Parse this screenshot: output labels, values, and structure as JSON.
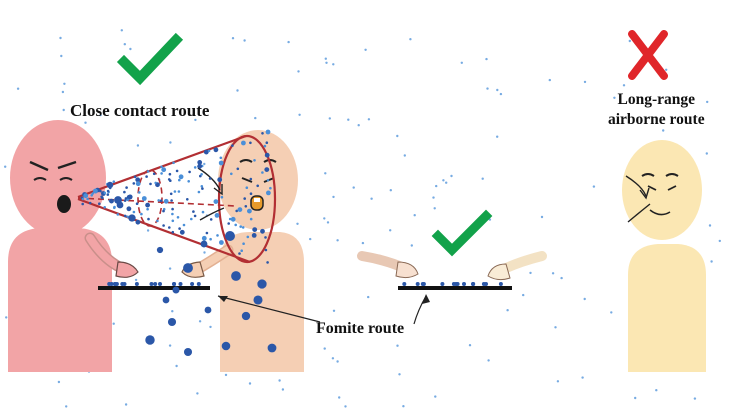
{
  "labels": {
    "close_contact": "Close contact route",
    "fomite": "Fomite route",
    "long_range_line1": "Long-range",
    "long_range_line2": "airborne route"
  },
  "marks": {
    "check_icon": "check-icon",
    "cross_icon": "cross-icon"
  },
  "colors": {
    "check": "#12a24a",
    "cross": "#e0262a",
    "person_red": "#f2a4a6",
    "person_peach": "#f5cfb4",
    "person_yellow": "#fbe7b3",
    "cone": "#b22f33",
    "droplet": "#2b57a8",
    "surface": "#111111"
  }
}
